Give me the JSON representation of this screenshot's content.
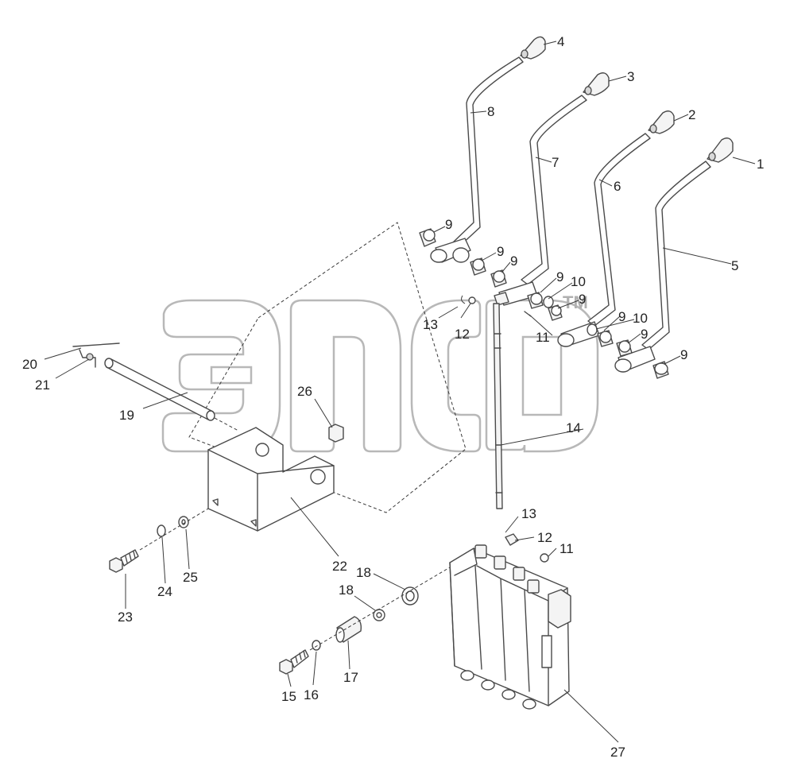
{
  "watermark": {
    "trademark": "TM"
  },
  "callouts": [
    "1",
    "2",
    "3",
    "4",
    "5",
    "6",
    "7",
    "8",
    "9",
    "10",
    "11",
    "12",
    "13",
    "14",
    "15",
    "16",
    "17",
    "18",
    "19",
    "20",
    "21",
    "22",
    "23",
    "24",
    "25",
    "26",
    "27"
  ]
}
